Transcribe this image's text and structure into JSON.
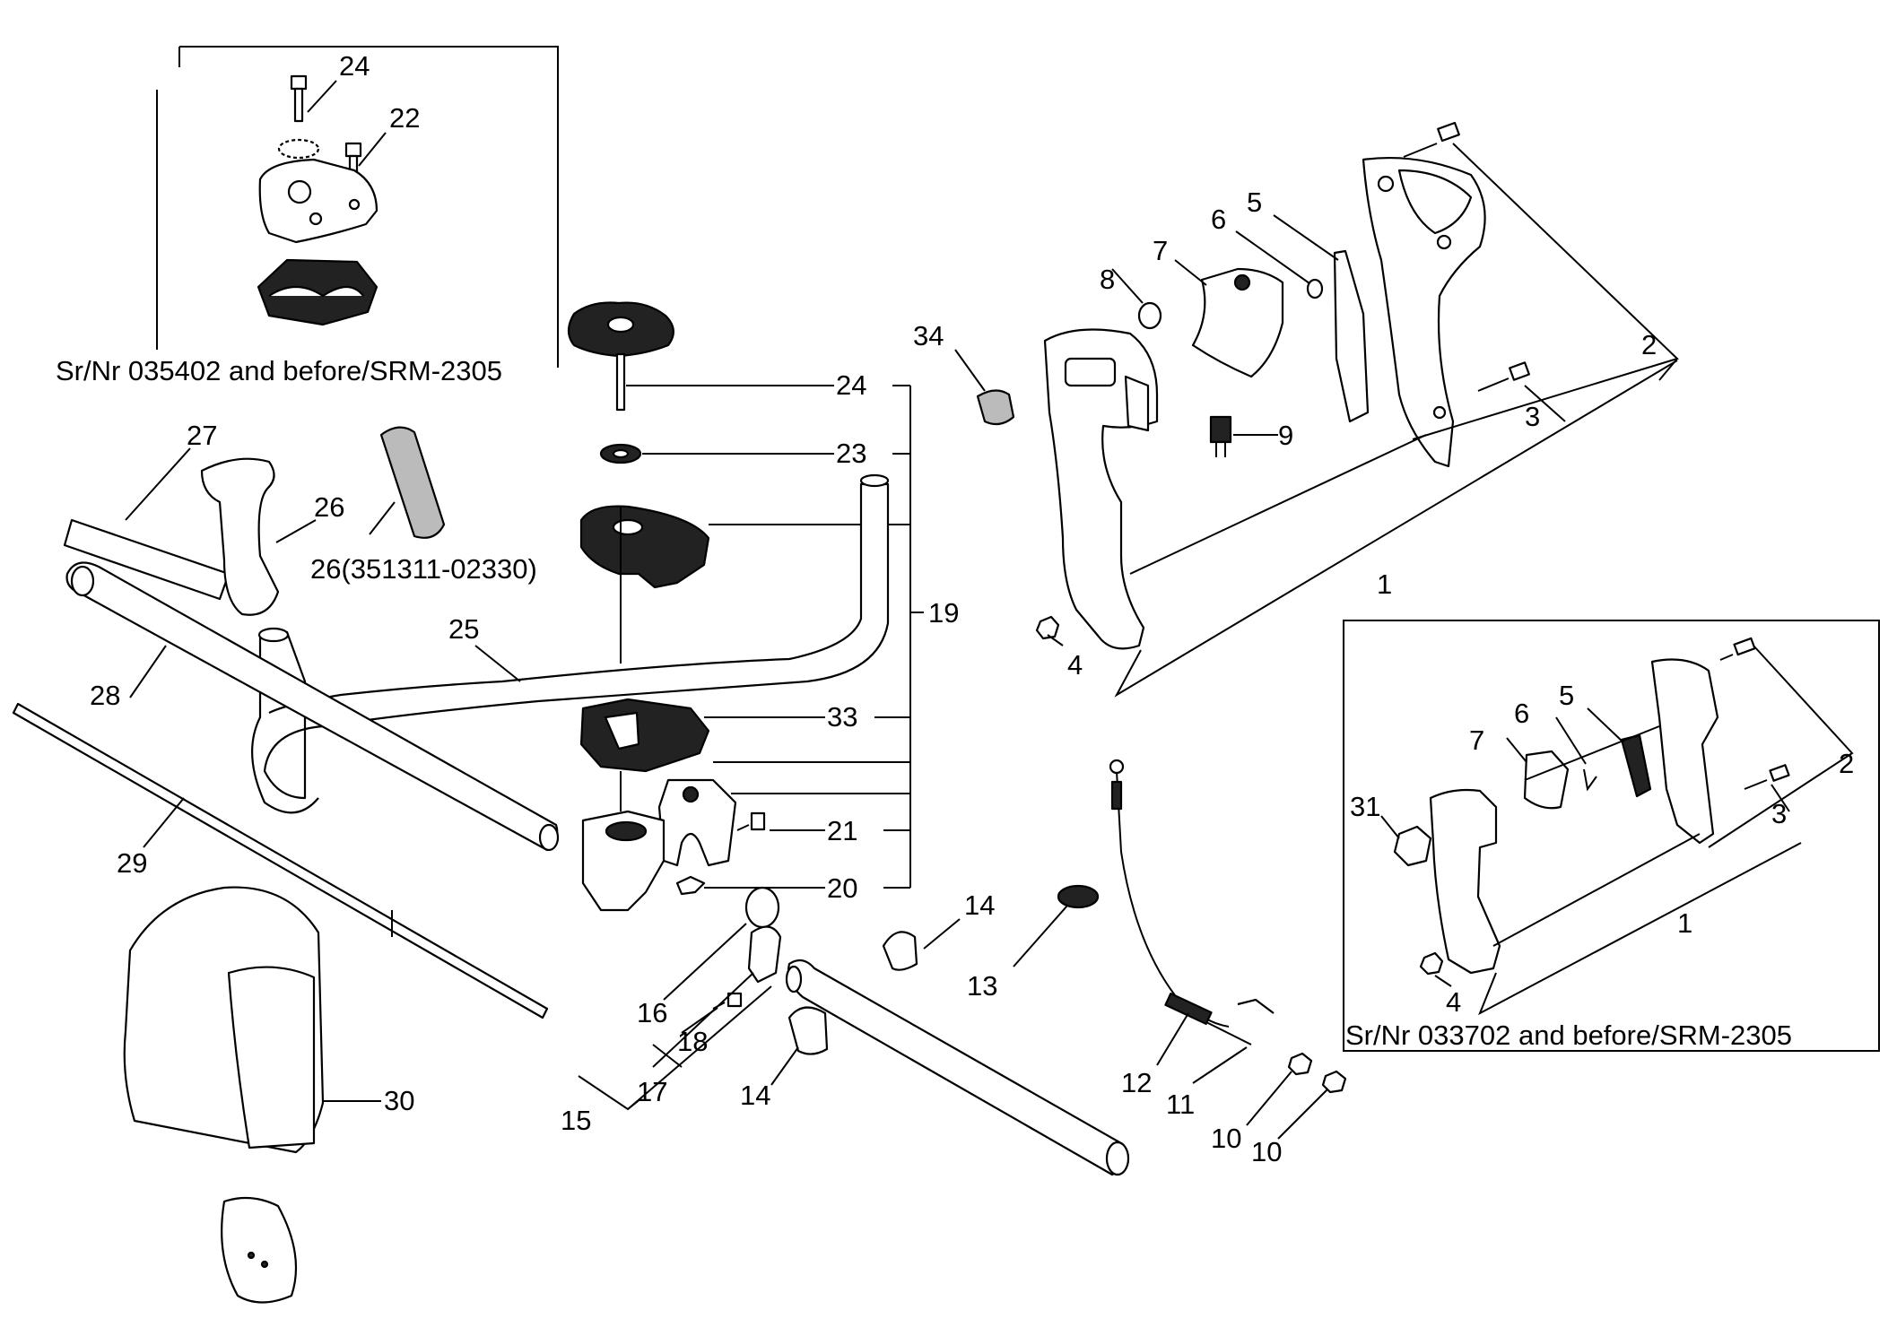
{
  "captions": {
    "inset_top": "Sr/Nr 035402 and before/SRM-2305",
    "inset_right": "Sr/Nr 033702 and before/SRM-2305"
  },
  "labels": {
    "inset_top": [
      "24",
      "22"
    ],
    "right_handle": [
      "2",
      "3",
      "1",
      "4",
      "5",
      "6",
      "7",
      "8",
      "9",
      "34"
    ],
    "clamp": [
      "24",
      "23",
      "19",
      "33",
      "21",
      "20"
    ],
    "handlebar": [
      "27",
      "26",
      "26(351311-02330)",
      "25",
      "28",
      "29"
    ],
    "lower": [
      "14",
      "13",
      "16",
      "18",
      "17",
      "15",
      "14",
      "12",
      "11",
      "10",
      "10",
      "30"
    ],
    "inset_right": [
      "5",
      "6",
      "7",
      "2",
      "3",
      "31",
      "1",
      "4"
    ]
  }
}
